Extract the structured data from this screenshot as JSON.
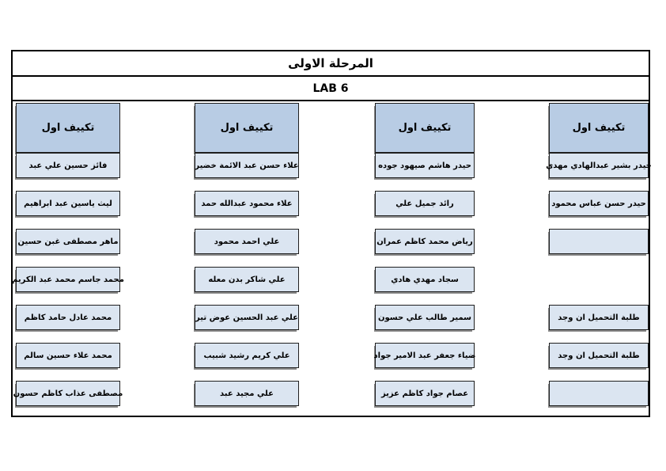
{
  "document": {
    "title": "المرحلة الاولى",
    "lab_label": "LAB 6"
  },
  "colors": {
    "header_fill": "#b8cce4",
    "cell_fill": "#dbe5f1",
    "box_border": "#1f1f1f"
  },
  "columns": [
    {
      "header": "تكييف اول",
      "cells": [
        "حيدر بشير عبدالهادي مهدي",
        "حيدر حسن عباس محمود",
        "",
        null,
        "طلبة التحميل ان وجد",
        "طلبة التحميل ان وجد",
        ""
      ]
    },
    {
      "header": "تكييف اول",
      "cells": [
        "حيدر هاشم صيهود جوده",
        "رائد جميل علي",
        "رياض محمد كاظم عمران",
        "سجاد مهدي هادي",
        "سمير طالب علي حسون",
        "ضياء جعفر عبد الامير جواد",
        "عصام جواد كاظم عزيز"
      ]
    },
    {
      "header": "تكييف اول",
      "cells": [
        "علاء حسن عبد الائمة خضير",
        "علاء محمود عبدالله حمد",
        "علي احمد محمود",
        "علي شاكر بدن معله",
        "علي عبد الحسين عوض تير",
        "علي كريم رشيد شبيب",
        "علي مجيد عبد"
      ]
    },
    {
      "header": "تكييف اول",
      "cells": [
        "فائز حسين علي عبد",
        "ليث ياسين عبد ابراهيم",
        "ماهر مصطفى غبن حسين",
        "محمد جاسم محمد عبد الكريم",
        "محمد عادل حامد كاظم",
        "محمد علاء حسين سالم",
        "مصطفى عذاب كاظم حسون"
      ]
    }
  ]
}
